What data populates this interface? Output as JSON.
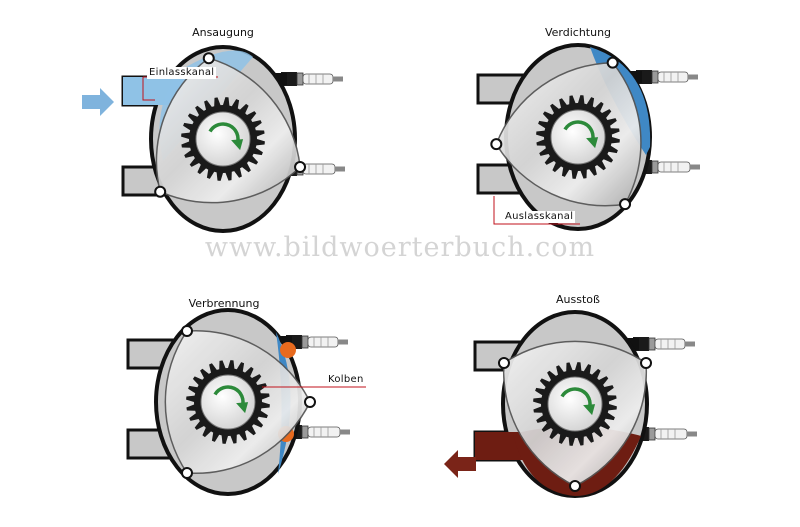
{
  "watermark": "www.bildwoerterbuch.com",
  "panels": [
    {
      "title": "Ansaugung",
      "labels": [
        "Einlasskanal"
      ]
    },
    {
      "title": "Verdichtung",
      "labels": [
        "Auslasskanal"
      ]
    },
    {
      "title": "Verbrennung",
      "labels": [
        "Kolben"
      ]
    },
    {
      "title": "Ausstoß",
      "labels": []
    }
  ],
  "colors": {
    "housing": "#c8c8c8",
    "outline": "#111111",
    "intake_blue": "#8fc2e6",
    "compression_blue": "#3f88c5",
    "combustion_orange": "#e86a1e",
    "exhaust_red": "#6e1d12",
    "arrow_blue": "#7fb3dd",
    "arrow_red": "#7a2418",
    "label_line": "#c0121b",
    "rotation_arrow": "#2c8a3a"
  }
}
